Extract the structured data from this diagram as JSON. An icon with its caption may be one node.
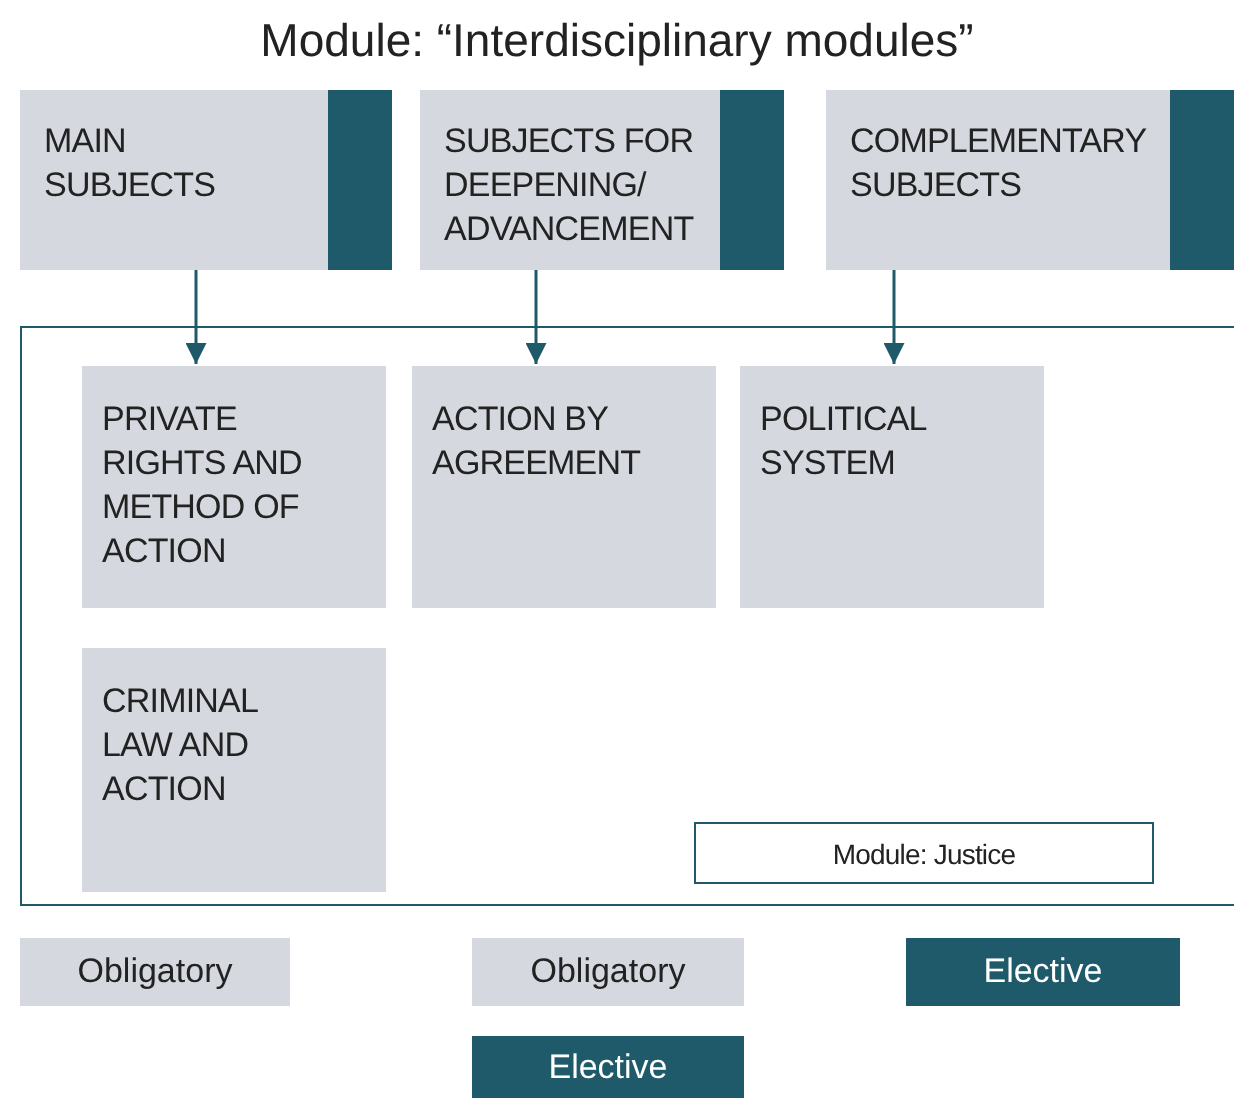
{
  "diagram": {
    "title": "Module: “Interdisciplinary modules”",
    "nodes": [
      {
        "text": [
          "MAIN SUBJECTS"
        ]
      },
      {
        "text": [
          "SUBJECTS FOR DEEPENING/ ADVANCEMENT"
        ]
      },
      {
        "text": [
          "COMPLEMENTARY SUBJECTS"
        ]
      },
      {
        "text": [],
        "shape": "box"
      },
      {
        "text": [
          "PRIVATE RIGHTS AND METHOD OF ACTION"
        ],
        "in": 3
      },
      {
        "text": [
          "ACTION BY AGREEMENT"
        ],
        "in": 3
      },
      {
        "text": [
          "POLITICAL SYSTEM"
        ],
        "in": 3
      },
      {
        "text": [
          "CRIMINAL LAW AND ACTION"
        ],
        "in": 3
      },
      {
        "text": [
          "Module: Justice"
        ],
        "in": 3
      }
    ],
    "edges": [
      {
        "from": 0,
        "to": 4,
        "arrow": "to"
      },
      {
        "from": 1,
        "to": 5,
        "arrow": "to"
      },
      {
        "from": 2,
        "to": 6,
        "arrow": "to"
      }
    ],
    "legend": [
      {
        "text": "Obligatory",
        "color": "#d5d9df"
      },
      {
        "text": "Obligatory",
        "color": "#d5d9df"
      },
      {
        "text": "Elective",
        "color": "#1f5a6b"
      },
      {
        "text": "Elective",
        "color": "#1f5a6b"
      }
    ]
  }
}
